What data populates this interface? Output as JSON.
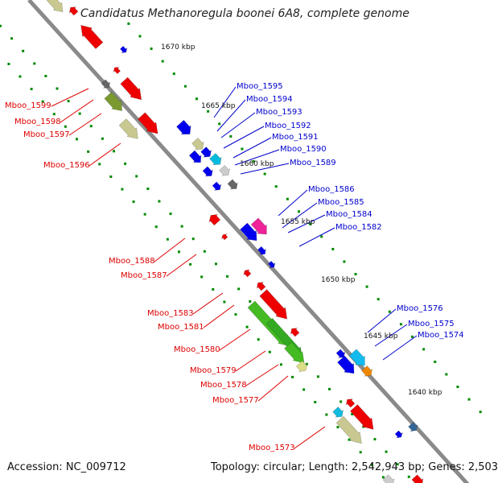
{
  "title": "Candidatus Methanoregula boonei 6A8, complete genome",
  "footer": {
    "accession": "Accession: NC_009712",
    "stats": "Topology: circular; Length: 2,542,943 bp; Genes: 2,503"
  },
  "colors": {
    "forward_label": "#0000cc",
    "reverse_label": "#dd0000",
    "backbone": "#888888",
    "gc_dots": "#008800"
  },
  "ticks": [
    "1670 kbp",
    "1665 kbp",
    "1660 kbp",
    "1655 kbp",
    "1650 kbp",
    "1645 kbp",
    "1640 kbp"
  ],
  "forward_labels": [
    "Mboo_1595",
    "Mboo_1594",
    "Mboo_1593",
    "Mboo_1592",
    "Mboo_1591",
    "Mboo_1590",
    "Mboo_1589",
    "Mboo_1586",
    "Mboo_1585",
    "Mboo_1584",
    "Mboo_1582",
    "Mboo_1576",
    "Mboo_1575",
    "Mboo_1574"
  ],
  "reverse_labels": [
    "Mboo_1599",
    "Mboo_1598",
    "Mboo_1597",
    "Mboo_1596",
    "Mboo_1588",
    "Mboo_1587",
    "Mboo_1583",
    "Mboo_1581",
    "Mboo_1580",
    "Mboo_1579",
    "Mboo_1578",
    "Mboo_1577",
    "Mboo_1573"
  ]
}
